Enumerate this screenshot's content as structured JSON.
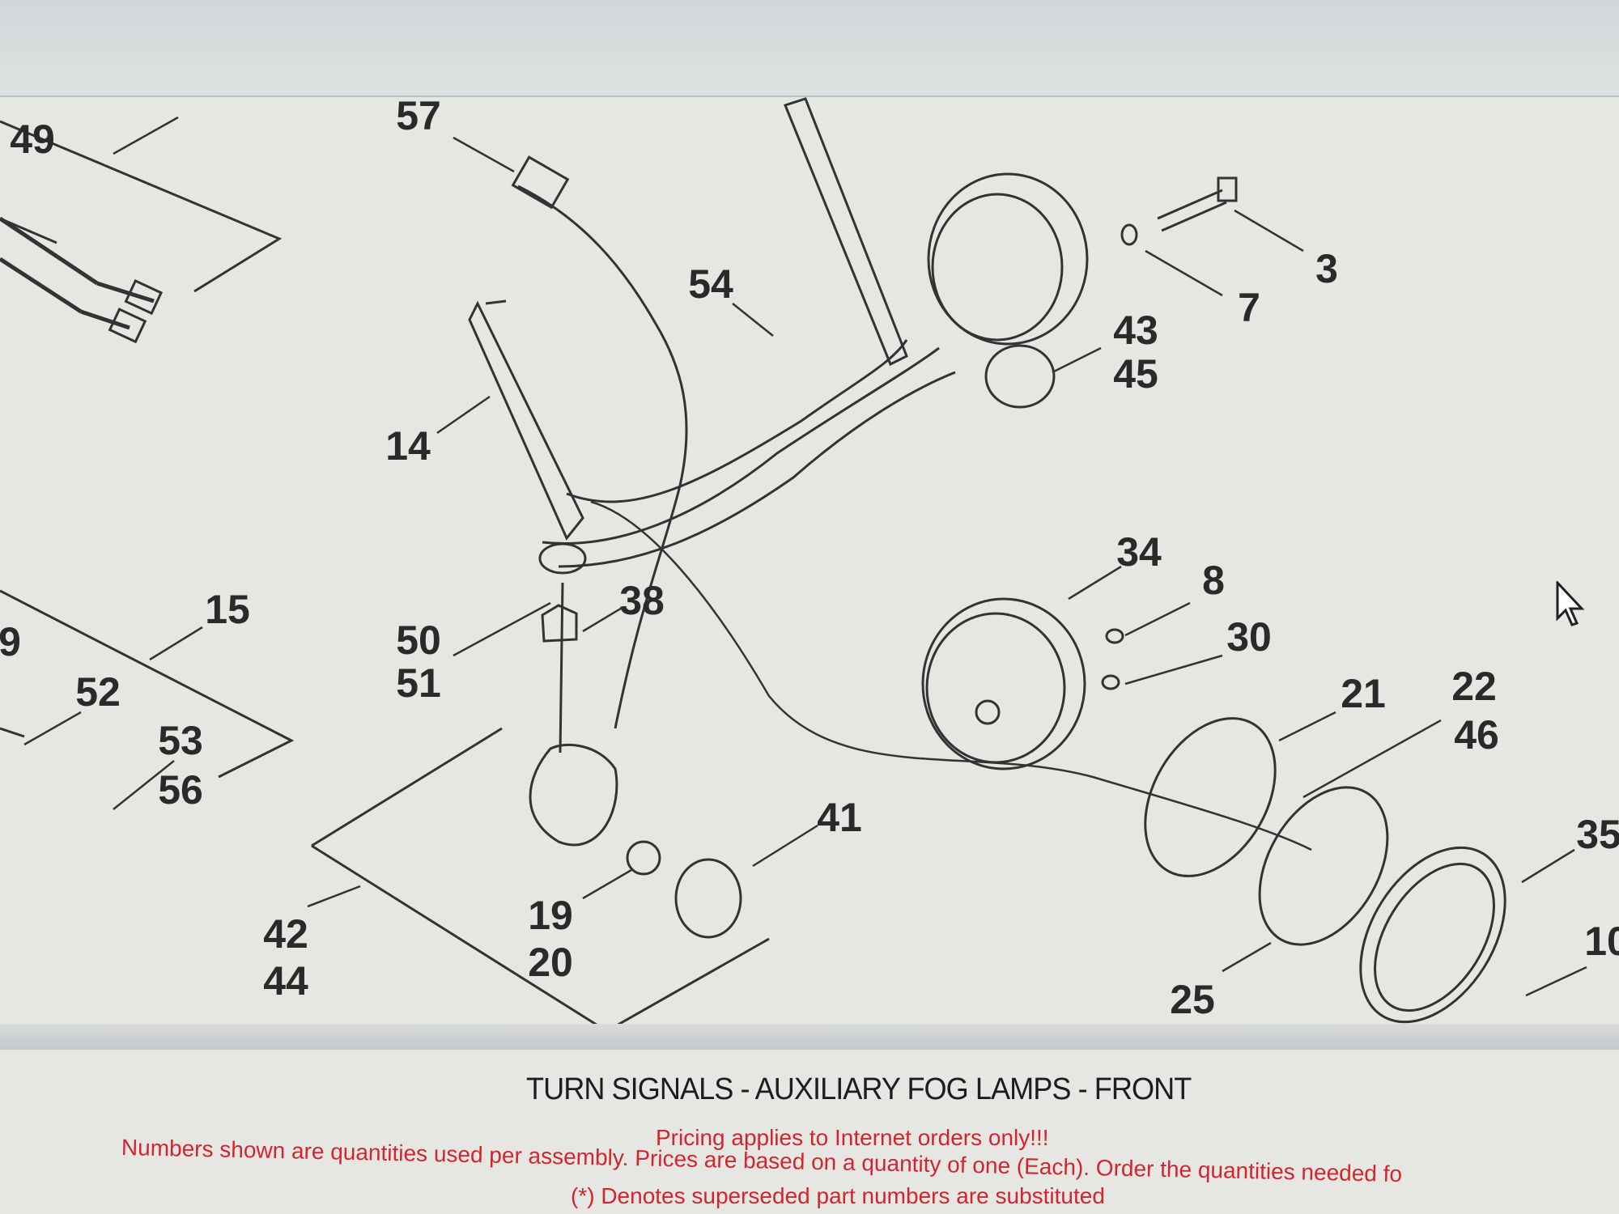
{
  "diagram": {
    "callouts": [
      "49",
      "57",
      "54",
      "3",
      "7",
      "43",
      "45",
      "14",
      "34",
      "8",
      "30",
      "15",
      "9",
      "38",
      "50",
      "51",
      "52",
      "21",
      "22",
      "46",
      "53",
      "56",
      "41",
      "35",
      "19",
      "20",
      "42",
      "44",
      "10",
      "25"
    ]
  },
  "footer": {
    "title": "TURN SIGNALS - AUXILIARY FOG LAMPS - FRONT",
    "pricing_note": "Pricing applies to Internet orders only!!!",
    "quantity_note": "Numbers shown are quantities used per assembly. Prices are based on a quantity of one (Each). Order the quantities needed fo",
    "superseded_note": "(*)  Denotes superseded part numbers are substituted"
  },
  "colors": {
    "note_red": "#d2252e",
    "title": "#1c1c22"
  }
}
